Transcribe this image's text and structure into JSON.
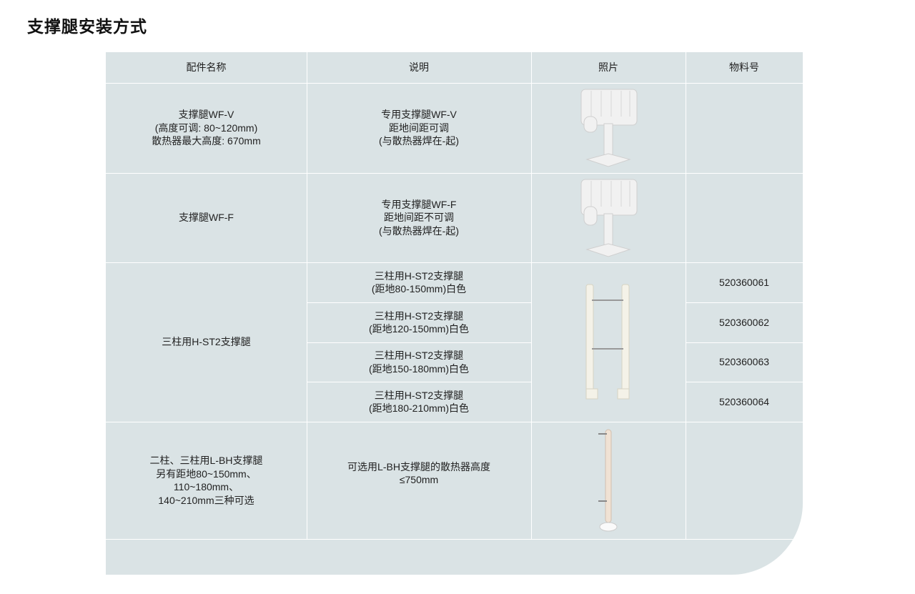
{
  "title": "支撑腿安装方式",
  "headers": [
    "配件名称",
    "说明",
    "照片",
    "物料号"
  ],
  "rows": [
    {
      "name": "支撑腿WF-V\n(高度可调: 80~120mm)\n散热器最大高度: 670mm",
      "desc": "专用支撑腿WF-V\n距地间距可调\n(与散热器焊在-起)",
      "part": ""
    },
    {
      "name": "支撑腿WF-F",
      "desc": "专用支撑腿WF-F\n距地间距不可调\n(与散热器焊在-起)",
      "part": ""
    },
    {
      "name": "三柱用H-ST2支撑腿",
      "subrows": [
        {
          "desc": "三柱用H-ST2支撑腿\n(距地80-150mm)白色",
          "part": "520360061"
        },
        {
          "desc": "三柱用H-ST2支撑腿\n(距地120-150mm)白色",
          "part": "520360062"
        },
        {
          "desc": "三柱用H-ST2支撑腿\n(距地150-180mm)白色",
          "part": "520360063"
        },
        {
          "desc": "三柱用H-ST2支撑腿\n(距地180-210mm)白色",
          "part": "520360064"
        }
      ]
    },
    {
      "name": "二柱、三柱用L-BH支撑腿\n另有距地80~150mm、\n110~180mm、\n140~210mm三种可选",
      "desc": "可选用L-BH支撑腿的散热器高度\n≤750mm",
      "part": ""
    }
  ]
}
